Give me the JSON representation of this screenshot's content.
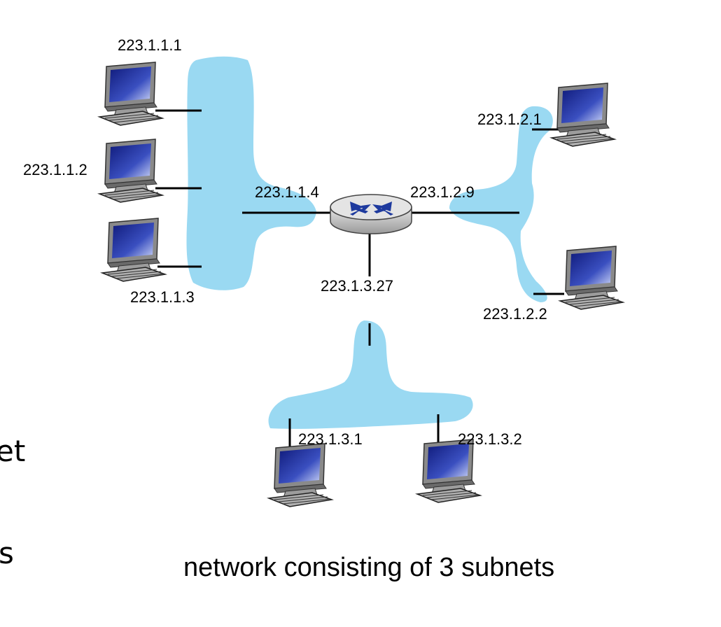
{
  "labels": {
    "ip_223_1_1_1": "223.1.1.1",
    "ip_223_1_1_2": "223.1.1.2",
    "ip_223_1_1_3": "223.1.1.3",
    "ip_223_1_1_4": "223.1.1.4",
    "ip_223_1_2_9": "223.1.2.9",
    "ip_223_1_2_1": "223.1.2.1",
    "ip_223_1_2_2": "223.1.2.2",
    "ip_223_1_3_27": "223.1.3.27",
    "ip_223_1_3_1": "223.1.3.1",
    "ip_223_1_3_2": "223.1.3.2"
  },
  "caption": "network consisting of 3 subnets",
  "cut_text": {
    "fragment_1": "et",
    "fragment_2": "s"
  },
  "colors": {
    "subnet_fill": "#9ad9f2",
    "link": "#000000",
    "router_body": "#c8c8c8",
    "router_arrows": "#1e3a9e",
    "screen": "#1e2a9a"
  },
  "icons": {
    "router": "router-icon",
    "host": "computer-icon"
  }
}
